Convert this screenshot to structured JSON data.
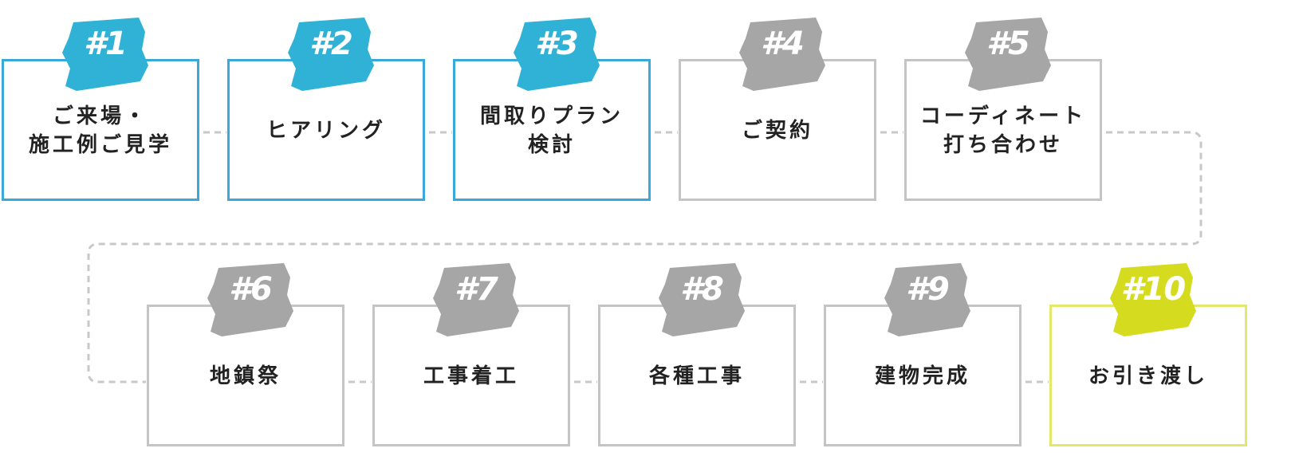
{
  "colors": {
    "blue": "#3aa8d8",
    "blue_badge": "#2fb2d6",
    "gray": "#c4c4c4",
    "gray_badge": "#a6a6a6",
    "lime": "#e3e86a",
    "lime_badge": "#d5dc1f",
    "connector": "#c8c8c8",
    "text": "#222222"
  },
  "steps": [
    {
      "number": "#1",
      "label": "ご来場・\n施工例ご見学",
      "status": "done"
    },
    {
      "number": "#2",
      "label": "ヒアリング",
      "status": "done"
    },
    {
      "number": "#3",
      "label": "間取りプラン\n検討",
      "status": "done"
    },
    {
      "number": "#4",
      "label": "ご契約",
      "status": "pending"
    },
    {
      "number": "#5",
      "label": "コーディネート\n打ち合わせ",
      "status": "pending"
    },
    {
      "number": "#6",
      "label": "地鎮祭",
      "status": "pending"
    },
    {
      "number": "#7",
      "label": "工事着工",
      "status": "pending"
    },
    {
      "number": "#8",
      "label": "各種工事",
      "status": "pending"
    },
    {
      "number": "#9",
      "label": "建物完成",
      "status": "pending"
    },
    {
      "number": "#10",
      "label": "お引き渡し",
      "status": "final"
    }
  ]
}
